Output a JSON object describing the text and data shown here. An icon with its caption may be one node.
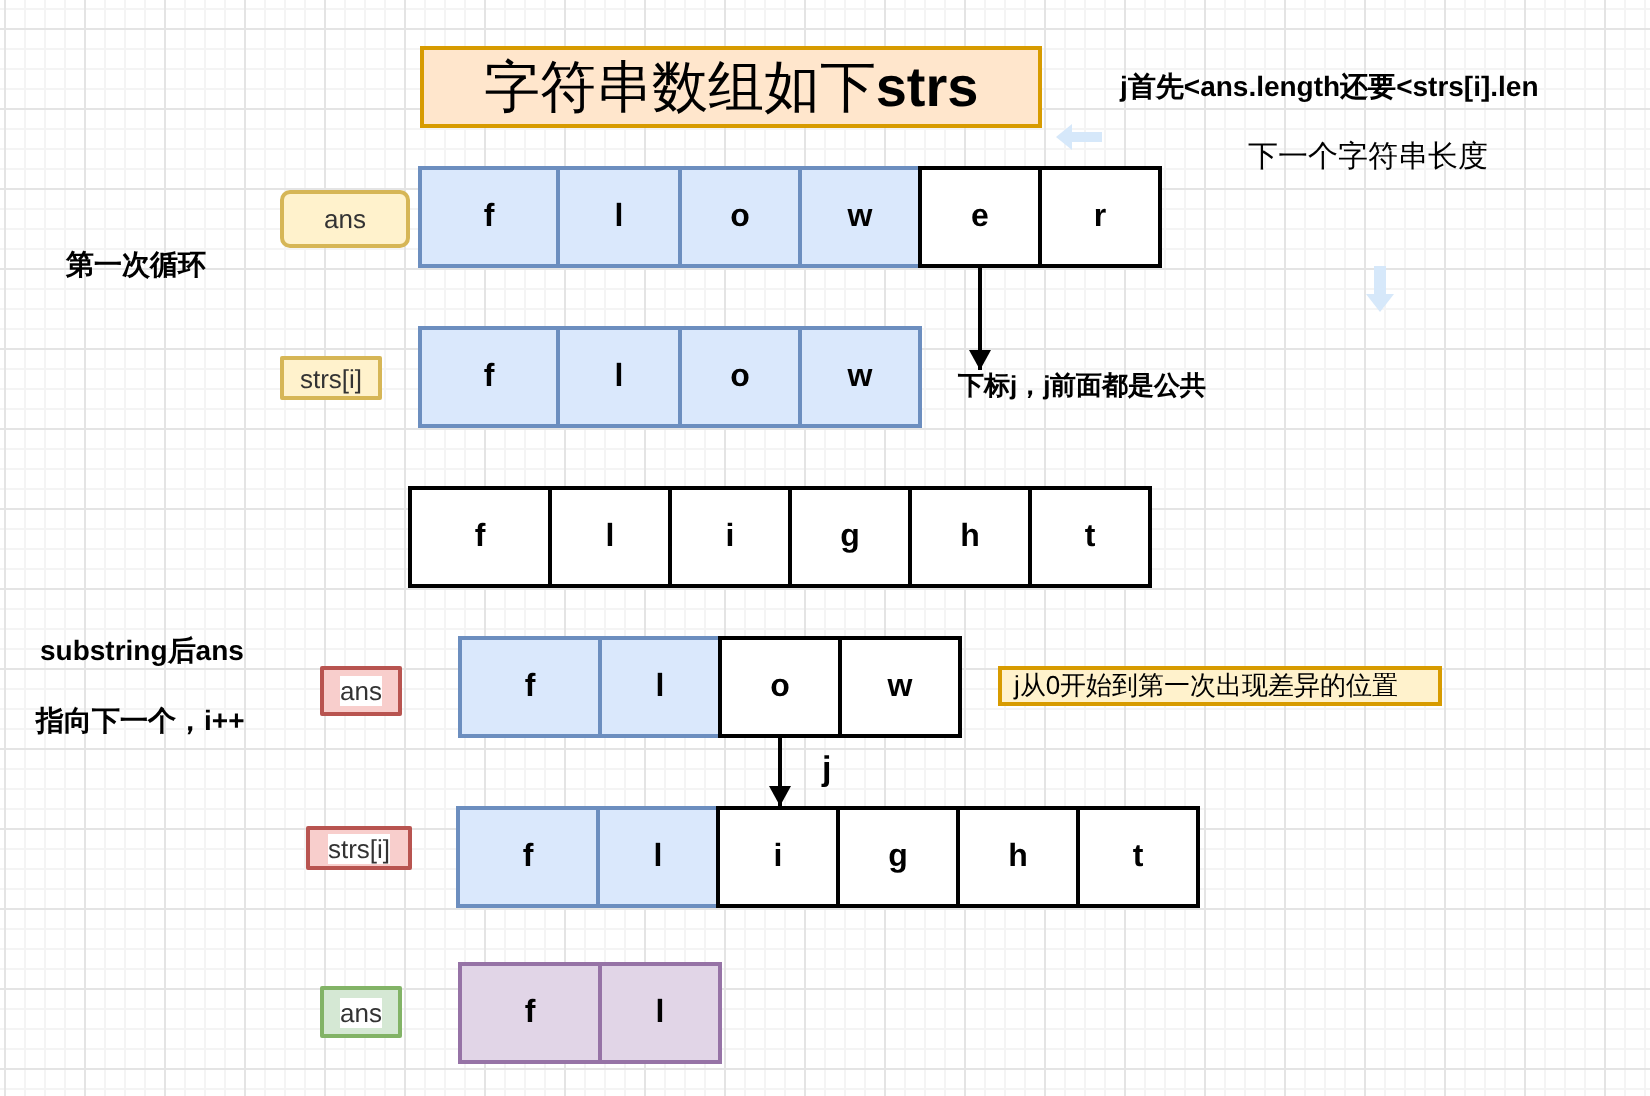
{
  "diagram": {
    "title": "字符串数组如下**strs**",
    "nodes": [
      {
        "text": [
          "ans"
        ]
      },
      {
        "text": [
          "f"
        ]
      },
      {
        "text": [
          "l"
        ]
      },
      {
        "text": [
          "o"
        ]
      },
      {
        "text": [
          "w"
        ]
      },
      {
        "text": [
          "e"
        ]
      },
      {
        "text": [
          "r"
        ]
      },
      {
        "text": [
          "strs[i]"
        ]
      },
      {
        "text": [
          "f"
        ]
      },
      {
        "text": [
          "l"
        ]
      },
      {
        "text": [
          "o"
        ]
      },
      {
        "text": [
          "w"
        ]
      },
      {
        "text": [
          "下标j，j前面都是公共"
        ]
      },
      {
        "text": [
          "f"
        ]
      },
      {
        "text": [
          "l"
        ]
      },
      {
        "text": [
          "i"
        ]
      },
      {
        "text": [
          "g"
        ]
      },
      {
        "text": [
          "h"
        ]
      },
      {
        "text": [
          "t"
        ]
      },
      {
        "text": [
          "ans"
        ]
      },
      {
        "text": [
          "f"
        ]
      },
      {
        "text": [
          "l"
        ]
      },
      {
        "text": [
          "o"
        ]
      },
      {
        "text": [
          "w"
        ]
      },
      {
        "text": [
          "j从0开始到第一次出现差异的位置"
        ]
      },
      {
        "text": [
          "strs[i]"
        ]
      },
      {
        "text": [
          "f"
        ]
      },
      {
        "text": [
          "l"
        ]
      },
      {
        "text": [
          "i"
        ]
      },
      {
        "text": [
          "g"
        ]
      },
      {
        "text": [
          "h"
        ]
      },
      {
        "text": [
          "t"
        ]
      },
      {
        "text": [
          "ans"
        ]
      },
      {
        "text": [
          "f"
        ]
      },
      {
        "text": [
          "l"
        ]
      }
    ],
    "edges": [
      {
        "from": 5,
        "to": 12,
        "arrow": "to"
      },
      {
        "from": 22,
        "to": 28,
        "arrow": "to",
        "label": "j"
      }
    ],
    "labels": [
      "j首先<ans.length还要<strs[i].len",
      "下一个字符串长度",
      "第一次循环",
      "substring后ans",
      "指向下一个，i++"
    ]
  }
}
